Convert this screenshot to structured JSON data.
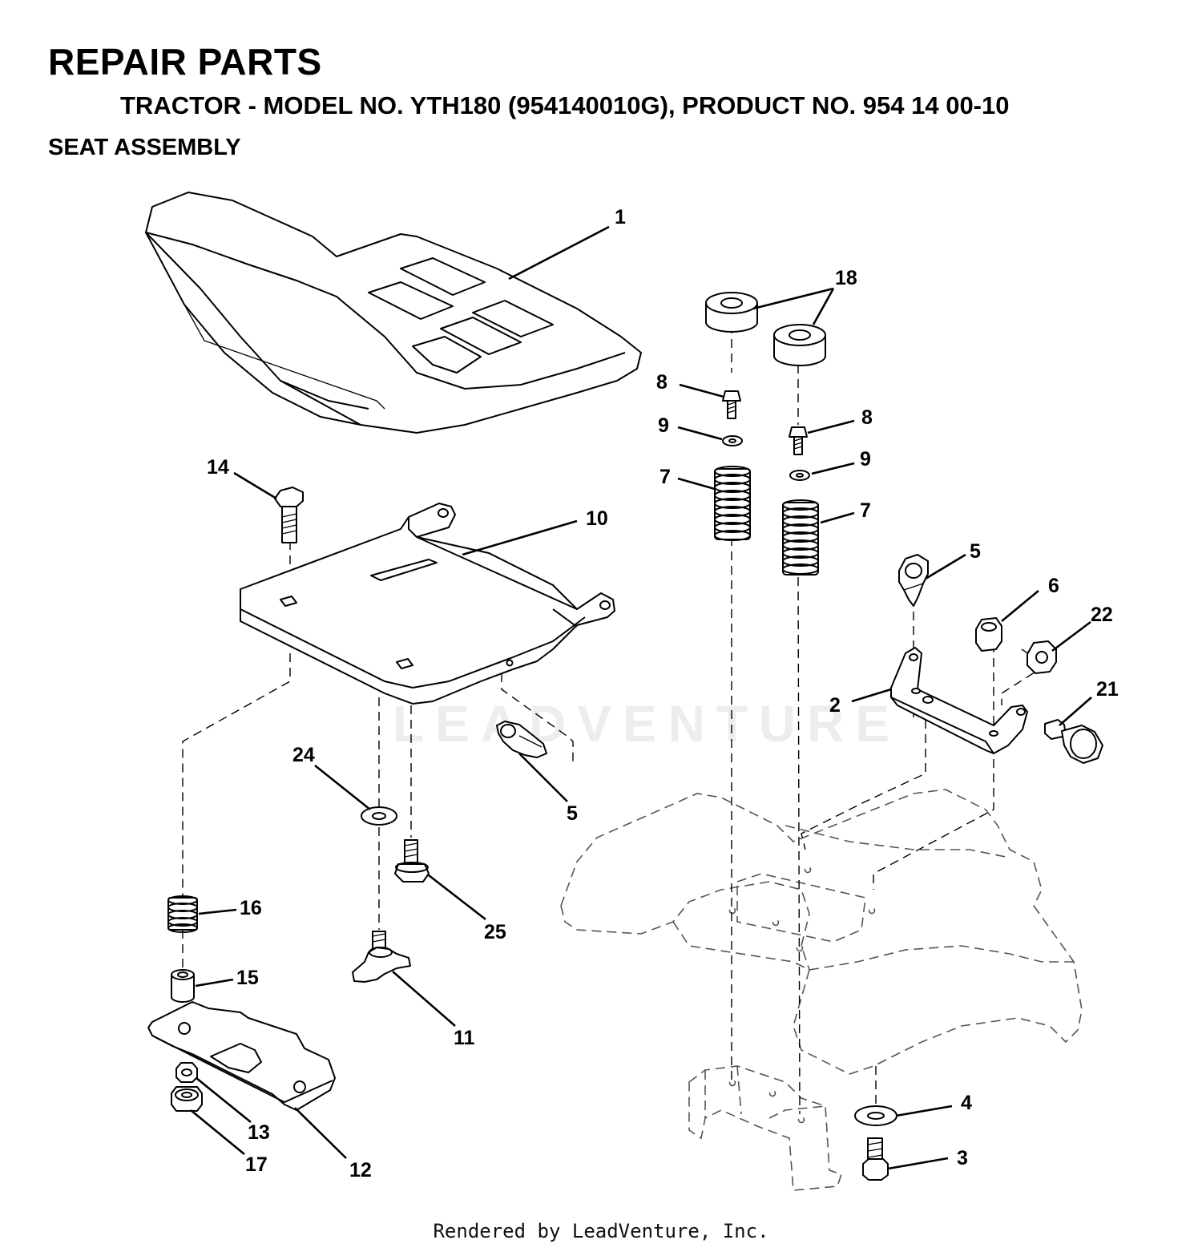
{
  "header": {
    "title": "REPAIR PARTS",
    "model_line": "TRACTOR - MODEL NO. YTH180 (954140010G), PRODUCT NO. 954 14 00-10",
    "section": "SEAT ASSEMBLY"
  },
  "watermark": "LEADVENTURE",
  "footer": "Rendered by LeadVenture, Inc.",
  "callouts": {
    "c1": "1",
    "c2": "2",
    "c3": "3",
    "c4": "4",
    "c5a": "5",
    "c5b": "5",
    "c6": "6",
    "c7a": "7",
    "c7b": "7",
    "c8a": "8",
    "c8b": "8",
    "c9a": "9",
    "c9b": "9",
    "c10": "10",
    "c11": "11",
    "c12": "12",
    "c13": "13",
    "c14": "14",
    "c15": "15",
    "c16": "16",
    "c17": "17",
    "c18": "18",
    "c21": "21",
    "c22": "22",
    "c24": "24",
    "c25": "25"
  },
  "colors": {
    "ink": "#000000",
    "watermark": "#ededed",
    "ghost_part": "#555555"
  }
}
